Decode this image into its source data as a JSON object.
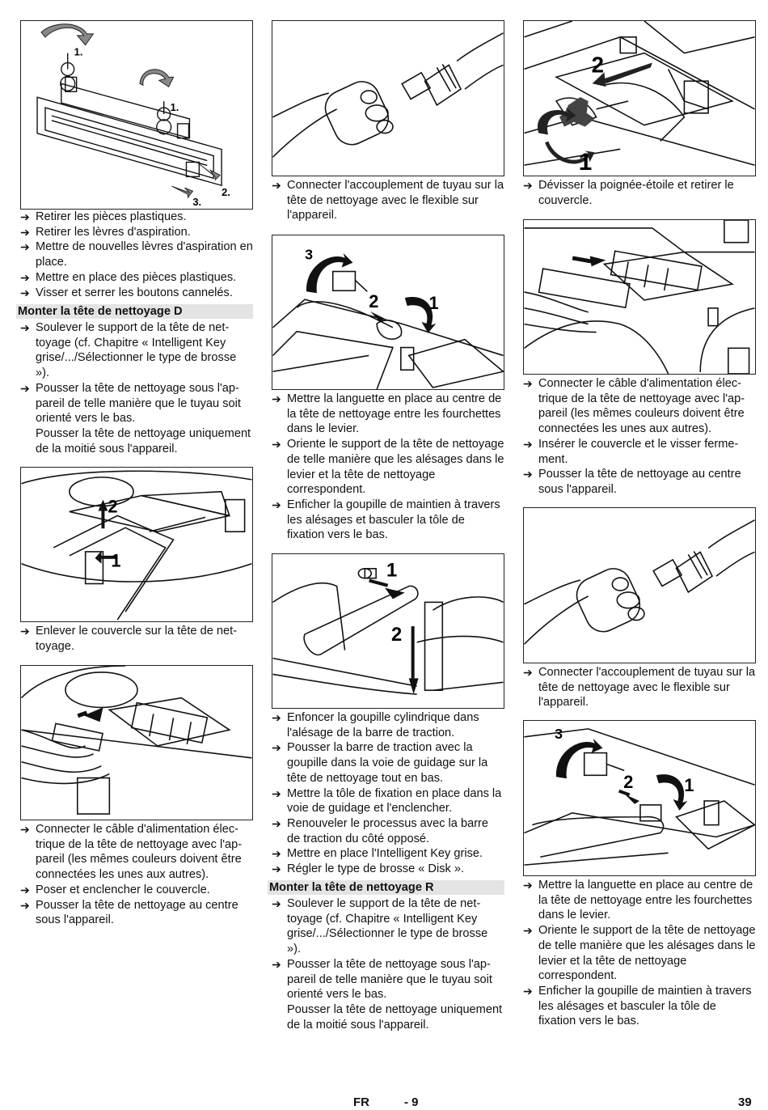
{
  "col1": {
    "fig1_labels": [
      "1.",
      "1.",
      "2.",
      "3."
    ],
    "steps1": [
      "Retirer les pièces plastiques.",
      "Retirer les lèvres d'aspiration.",
      "Mettre de nouvelles lèvres d'aspiration en place.",
      "Mettre en place des pièces plastiques.",
      "Visser et serrer les boutons cannelés."
    ],
    "heading_d": "Monter la tête de nettoyage D",
    "steps2": [
      "Soulever le support de la tête de net­toyage (cf. Chapitre « Intelligent Key grise/.../Sélectionner le type de brosse »).",
      "Pousser la tête de nettoyage sous l'ap­pareil de telle manière que le tuyau soit orienté vers le bas."
    ],
    "steps2_cont": "Pousser la tête de nettoyage unique­ment de la moitié sous l'appareil.",
    "fig2_labels": [
      "2",
      "1"
    ],
    "steps3": [
      "Enlever le couvercle sur la tête de net­toyage."
    ],
    "steps4": [
      "Connecter le câble d'alimentation élec­trique de la tête de nettoyage avec l'ap­pareil (les mêmes couleurs doivent être connectées les unes aux autres).",
      "Poser et enclencher le couvercle.",
      "Pousser la tête de nettoyage au centre sous l'appareil."
    ]
  },
  "col2": {
    "steps1": [
      "Connecter l'accouplement de tuyau sur la tête de nettoyage avec le flexible sur l'appareil."
    ],
    "fig2_labels": [
      "3",
      "2",
      "1"
    ],
    "steps2": [
      "Mettre la languette en place au centre de la tête de nettoyage entre les four­chettes dans le levier.",
      "Oriente le support de la tête de net­toyage de telle manière que les alé­sages dans le levier et la tête de net­toyage correspondent.",
      "Enficher la goupille de maintien à tra­vers les alésages et basculer la tôle de fixation vers le bas."
    ],
    "fig3_labels": [
      "1",
      "2"
    ],
    "steps3": [
      "Enfoncer la goupille cylindrique dans l'alésage de la barre de traction.",
      "Pousser la barre de traction avec la goupille dans la voie de guidage sur la tête de nettoyage tout en bas.",
      "Mettre la tôle de fixation en place dans la voie de guidage et l'enclencher.",
      "Renouveler le processus avec la barre de traction du côté opposé.",
      "Mettre en place l'Intelligent Key grise.",
      "Régler le type de brosse « Disk »."
    ],
    "heading_r": "Monter la tête de nettoyage R",
    "steps4": [
      "Soulever le support de la tête de net­toyage (cf. Chapitre « Intelligent Key grise/.../Sélectionner le type de brosse »).",
      "Pousser la tête de nettoyage sous l'ap­pareil de telle manière que le tuyau soit orienté vers le bas."
    ],
    "steps4_cont": "Pousser la tête de nettoyage unique­ment de la moitié sous l'appareil."
  },
  "col3": {
    "fig1_labels": [
      "2",
      "1"
    ],
    "steps1": [
      "Dévisser la poignée-étoile et retirer le couvercle."
    ],
    "steps2": [
      "Connecter le câble d'alimentation élec­trique de la tête de nettoyage avec l'ap­pareil (les mêmes couleurs doivent être connectées les unes aux autres).",
      "Insérer le couvercle et le visser ferme­ment.",
      "Pousser la tête de nettoyage au centre sous l'appareil."
    ],
    "steps3": [
      "Connecter l'accouplement de tuyau sur la tête de nettoyage avec le flexible sur l'appareil."
    ],
    "fig4_labels": [
      "3",
      "2",
      "1"
    ],
    "steps4": [
      "Mettre la languette en place au centre de la tête de nettoyage entre les four­chettes dans le levier.",
      "Oriente le support de la tête de net­toyage de telle manière que les alé­sages dans le levier et la tête de net­toyage correspondent.",
      "Enficher la goupille de maintien à tra­vers les alésages et basculer la tôle de fixation vers le bas."
    ]
  },
  "footer": {
    "lang": "FR",
    "sub": "- 9",
    "page": "39"
  }
}
